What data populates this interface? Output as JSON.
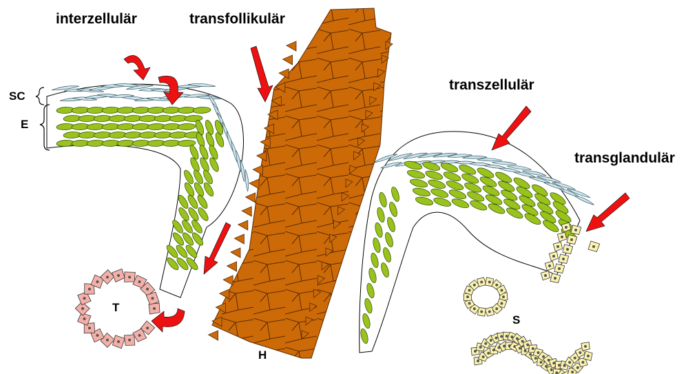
{
  "labels": {
    "interzellular": "interzellulär",
    "transfollikular": "transfollikulär",
    "transzellular": "transzellulär",
    "transglandular": "transglandulär",
    "sc": "SC",
    "e": "E",
    "t": "T",
    "h": "H",
    "s": "S"
  },
  "colors": {
    "stratum_corneum": "#cde6ee",
    "epidermis": "#99c21c",
    "hair_shaft": "#cc6a08",
    "tissue_cells": "#f4b0a8",
    "gland_cells": "#fbf3ae",
    "arrow": "#ee1111"
  },
  "icons": {
    "arrow": "red-arrow-icon",
    "curved_arrow": "red-curved-arrow-icon"
  }
}
